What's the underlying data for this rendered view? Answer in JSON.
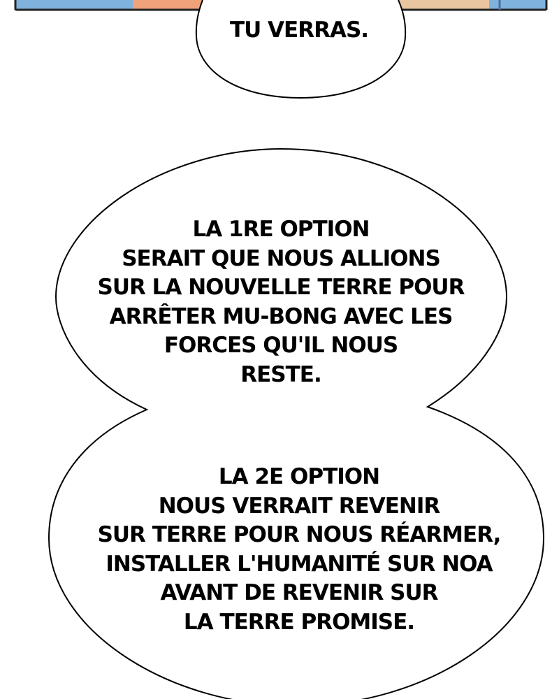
{
  "panel": {
    "bubble_top": {
      "lines": [
        "TU VERRAS."
      ]
    },
    "bubble_option_1": {
      "lines": [
        "LA 1RE OPTION",
        "SERAIT QUE NOUS ALLIONS",
        "SUR LA NOUVELLE TERRE POUR",
        "ARRÊTER MU-BONG AVEC LES",
        "FORCES QU'IL NOUS",
        "RESTE."
      ]
    },
    "bubble_option_2": {
      "lines": [
        "LA 2E OPTION",
        "NOUS VERRAIT REVENIR",
        "SUR TERRE POUR NOUS RÉARMER,",
        "INSTALLER L'HUMANITÉ SUR NOA",
        "AVANT DE REVENIR SUR",
        "LA TERRE PROMISE."
      ]
    }
  },
  "colors": {
    "background": "#ffffff",
    "bubble_fill": "#ffffff",
    "outline": "#000000",
    "text": "#000000",
    "art_sky": "#7fb3dd",
    "art_skin": "#f0a27a",
    "art_frame": "#222222"
  }
}
